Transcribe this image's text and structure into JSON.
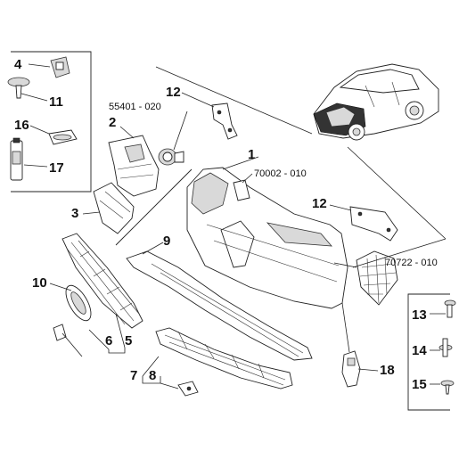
{
  "callouts": {
    "c1": "1",
    "c2": "2",
    "c3": "3",
    "c4": "4",
    "c5": "5",
    "c6": "6",
    "c7": "7",
    "c8": "8",
    "c9": "9",
    "c10": "10",
    "c11": "11",
    "c12a": "12",
    "c12b": "12",
    "c13": "13",
    "c14": "14",
    "c15": "15",
    "c16": "16",
    "c17": "17",
    "c18": "18"
  },
  "references": {
    "r1": "55401 - 020",
    "r2": "70002 - 010",
    "r3": "70722 - 010"
  },
  "icons": {
    "car": "car-overview-icon",
    "spray": "spray-can-icon"
  },
  "colors": {
    "line": "#222222",
    "highlight": "#1a1a1a"
  }
}
